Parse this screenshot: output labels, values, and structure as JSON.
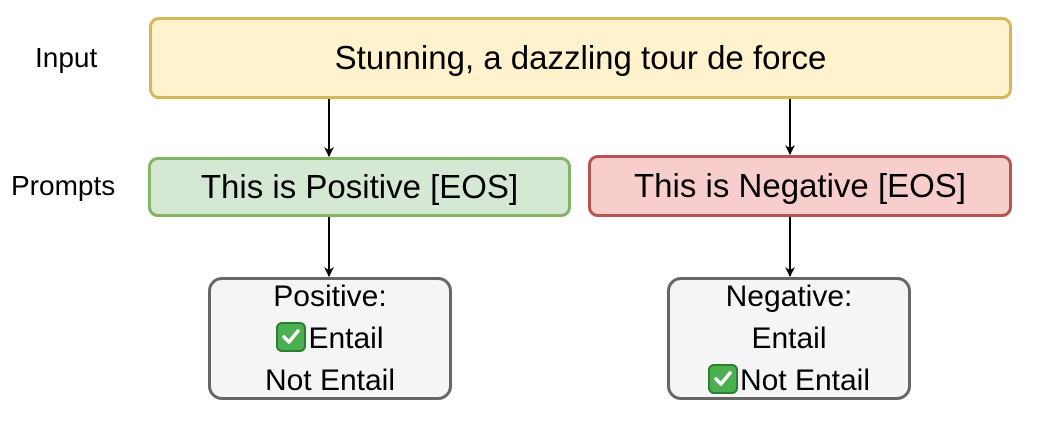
{
  "labels": {
    "input": "Input",
    "prompts": "Prompts"
  },
  "input_text": "Stunning, a dazzling tour de force",
  "prompts": {
    "positive": "This is Positive [EOS]",
    "negative": "This is Negative [EOS]"
  },
  "results": {
    "positive": {
      "title": "Positive:",
      "entail": "Entail",
      "not_entail": "Not Entail",
      "checked": "entail"
    },
    "negative": {
      "title": "Negative:",
      "entail": "Entail",
      "not_entail": "Not Entail",
      "checked": "not_entail"
    }
  },
  "colors": {
    "input_fill": "#fff2cc",
    "input_border": "#d6b656",
    "positive_fill": "#d5e8d4",
    "positive_border": "#82b366",
    "negative_fill": "#f8cecc",
    "negative_border": "#b85450",
    "result_fill": "#f5f5f5",
    "result_border": "#666666",
    "check": "#4caf50"
  }
}
